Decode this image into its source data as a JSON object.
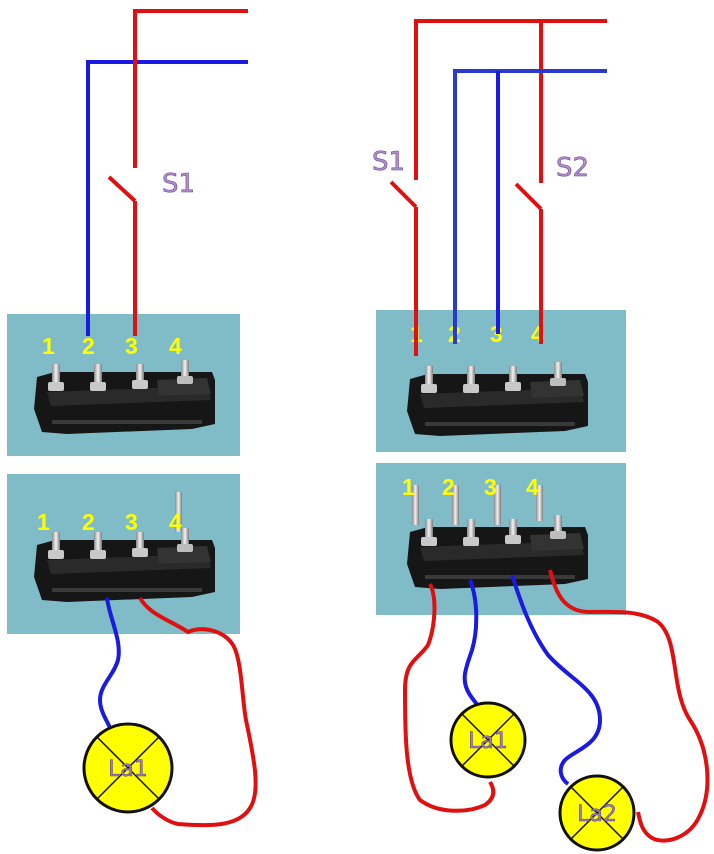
{
  "diagram_left": {
    "switch_label": "S1",
    "terminal_top": {
      "pins": [
        "1",
        "2",
        "3",
        "4"
      ]
    },
    "terminal_bottom": {
      "pins": [
        "1",
        "2",
        "3",
        "4"
      ]
    },
    "lamps": [
      {
        "label": "La1"
      }
    ]
  },
  "diagram_right": {
    "switch_labels": [
      "S1",
      "S2"
    ],
    "terminal_top": {
      "pins": [
        "1",
        "2",
        "3",
        "4"
      ]
    },
    "terminal_bottom": {
      "pins": [
        "1",
        "2",
        "3",
        "4"
      ]
    },
    "lamps": [
      {
        "label": "La1"
      },
      {
        "label": "La2"
      }
    ]
  },
  "colors": {
    "phase_wire": "#e01010",
    "neutral_wire": "#1a1ae0",
    "terminal_background": "#7fbcc8",
    "terminal_body": "#161616",
    "pin_label": "#ffff00",
    "lamp_fill": "#ffff00",
    "switch_label": "#b48cd0"
  }
}
